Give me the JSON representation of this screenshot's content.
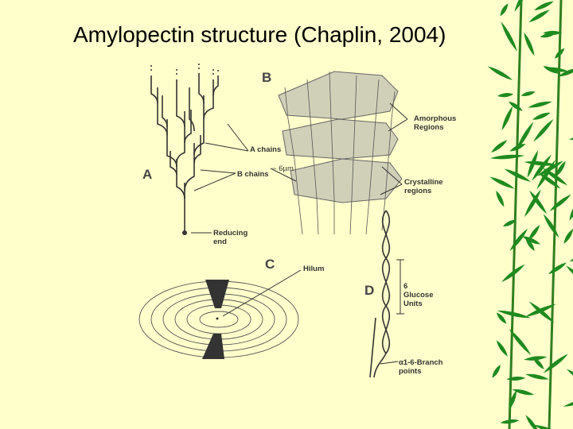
{
  "slide": {
    "title": "Amylopectin structure (Chaplin, 2004)"
  },
  "panels": {
    "a": "A",
    "b": "B",
    "c": "C",
    "d": "D"
  },
  "labels": {
    "a_chains": "A chains",
    "b_chains": "B chains",
    "size": "~ 6µm",
    "reducing_end_1": "Reducing",
    "reducing_end_2": "end",
    "amorphous_1": "Amorphous",
    "amorphous_2": "Regions",
    "crystalline_1": "Crystalline",
    "crystalline_2": "regions",
    "hilum": "Hilum",
    "glucose_1": "6",
    "glucose_2": "Glucose",
    "glucose_3": "Units",
    "branch_1": "α1-6-Branch",
    "branch_2": "points"
  },
  "colors": {
    "background": "#ffffcc",
    "bamboo": "#1f8a1f"
  }
}
